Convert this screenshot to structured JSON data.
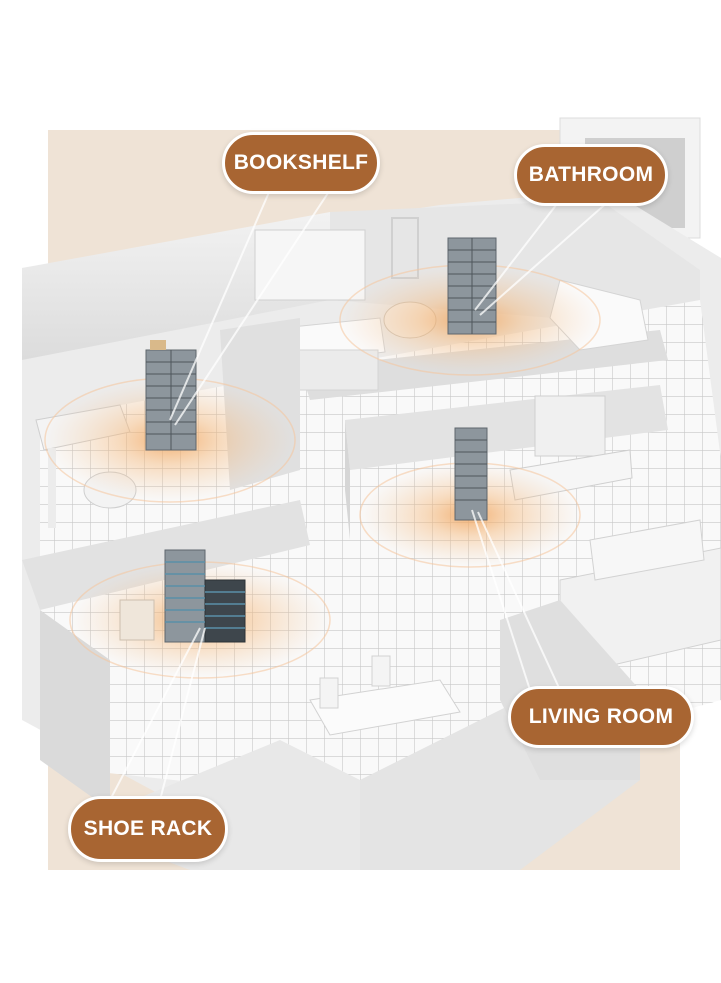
{
  "callouts": {
    "bookshelf": "BOOKSHELF",
    "bathroom": "BATHROOM",
    "living_room": "LIVING ROOM",
    "shoe_rack": "SHOE RACK"
  },
  "colors": {
    "callout_fill": "#a86532",
    "glow": "#f0a25a",
    "wall": "#e9e9e9",
    "floor": "#f7f7f7",
    "backdrop": "#efe3d6"
  },
  "icons": {
    "rack": "tall-shoe-rack-icon"
  }
}
